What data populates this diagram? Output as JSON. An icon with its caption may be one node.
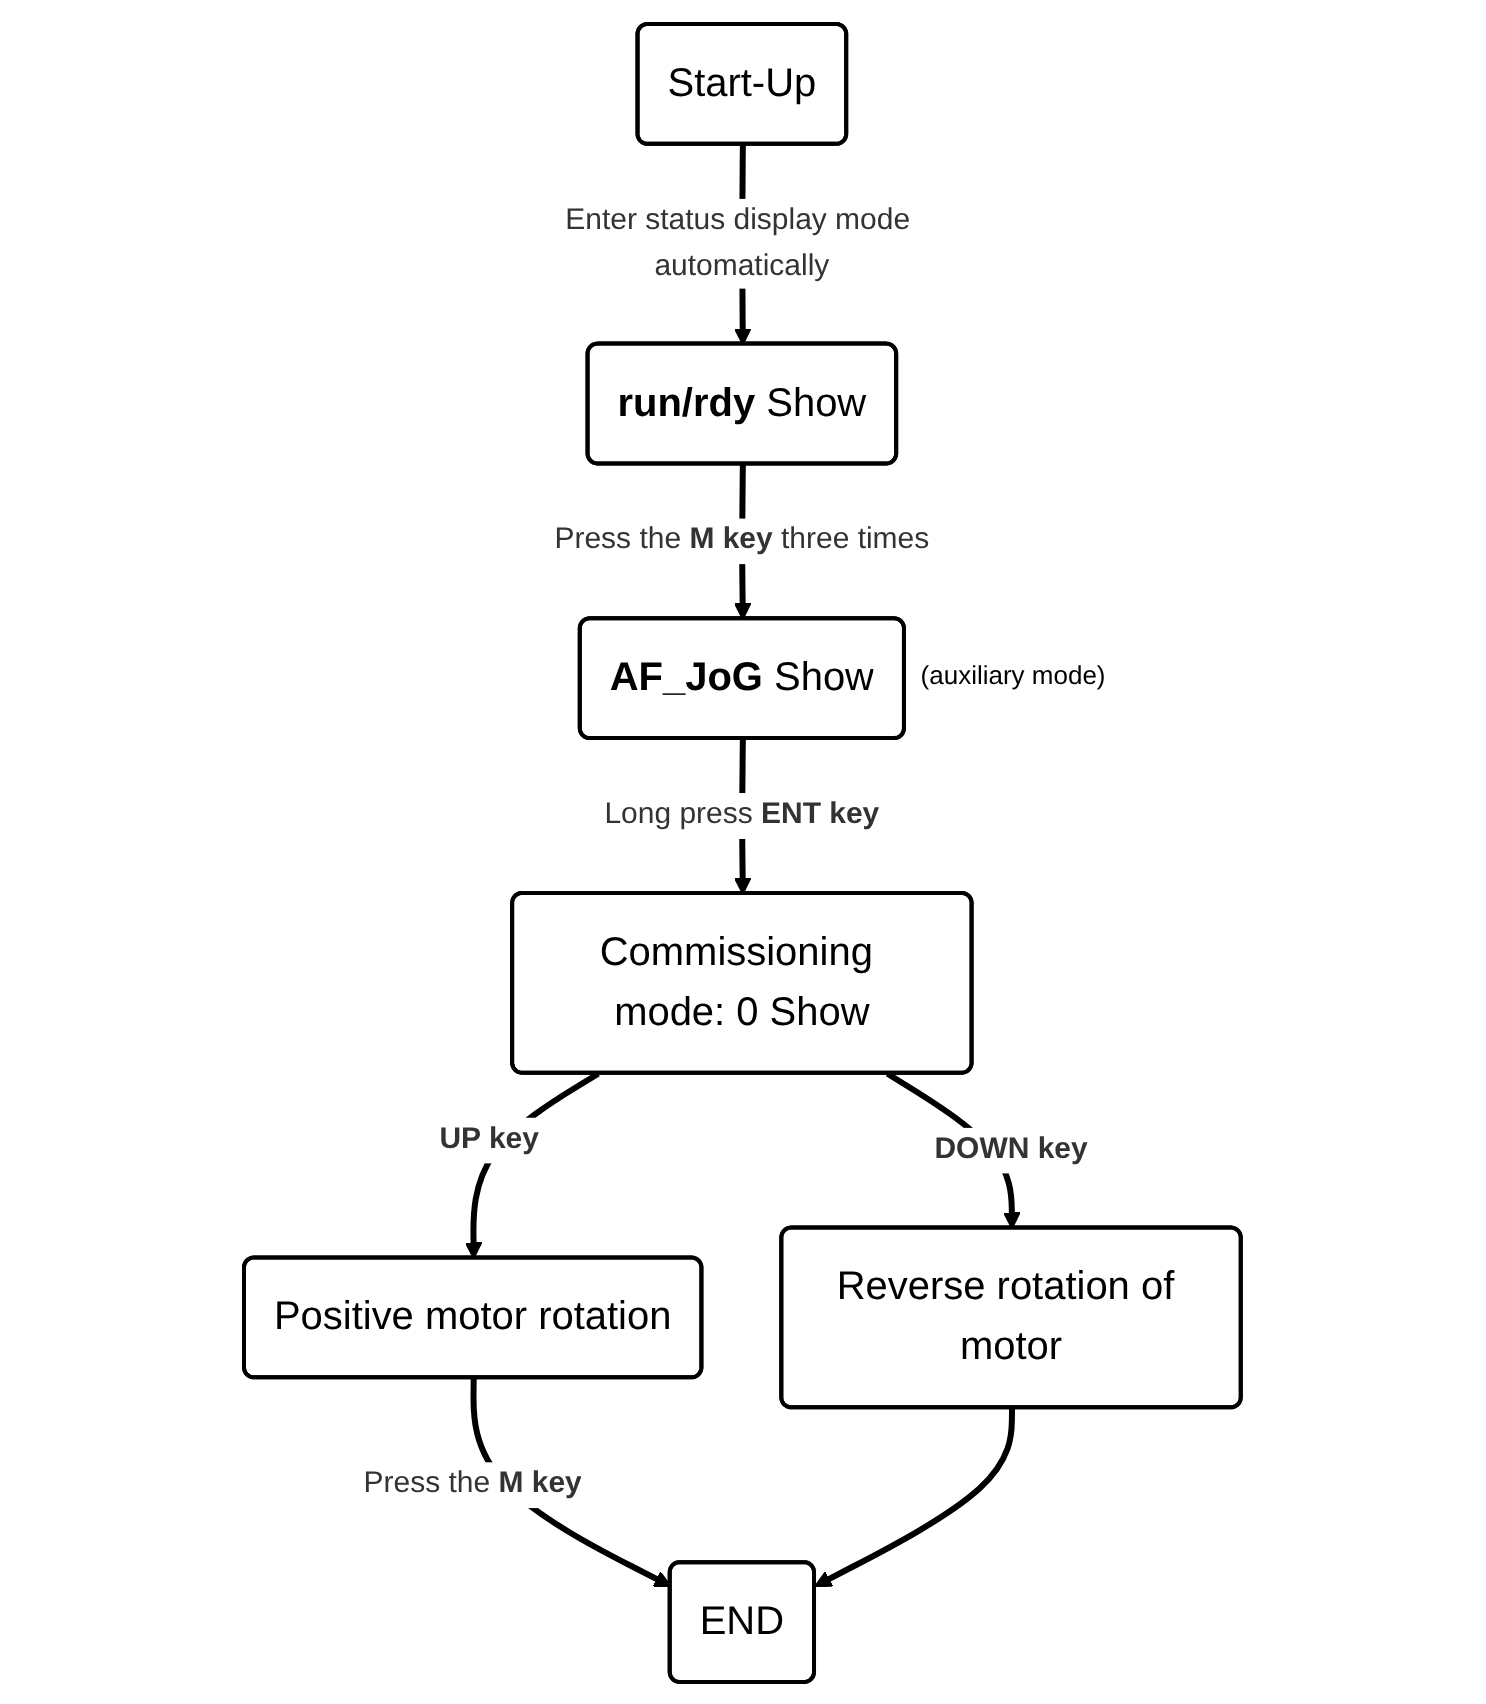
{
  "diagram": {
    "nodes": [
      {
        "text": [
          "Start-Up"
        ]
      },
      {
        "text": [
          "**run/rdy** Show"
        ]
      },
      {
        "text": [
          "**AF_JoG** Show"
        ],
        "beside": [
          "(auxiliary mode)"
        ]
      },
      {
        "text": [
          "Commissioning mode: 0 Show"
        ]
      },
      {
        "text": [
          "Positive motor rotation"
        ]
      },
      {
        "text": [
          "Reverse rotation of motor"
        ]
      },
      {
        "text": [
          "END"
        ]
      }
    ],
    "edges": [
      {
        "from": 0,
        "to": 1,
        "arrow": "to",
        "label": "Enter status display mode automatically"
      },
      {
        "from": 1,
        "to": 2,
        "arrow": "to",
        "label": "Press the **M key** three times"
      },
      {
        "from": 2,
        "to": 3,
        "arrow": "to",
        "label": "Long press **ENT key**"
      },
      {
        "from": 3,
        "to": 4,
        "arrow": "to",
        "label": "UP key"
      },
      {
        "from": 3,
        "to": 5,
        "arrow": "to",
        "label": "DOWN key"
      },
      {
        "from": 4,
        "to": 6,
        "arrow": "to",
        "label": "Press the **M key**"
      },
      {
        "from": 5,
        "to": 6,
        "arrow": "to"
      }
    ]
  }
}
